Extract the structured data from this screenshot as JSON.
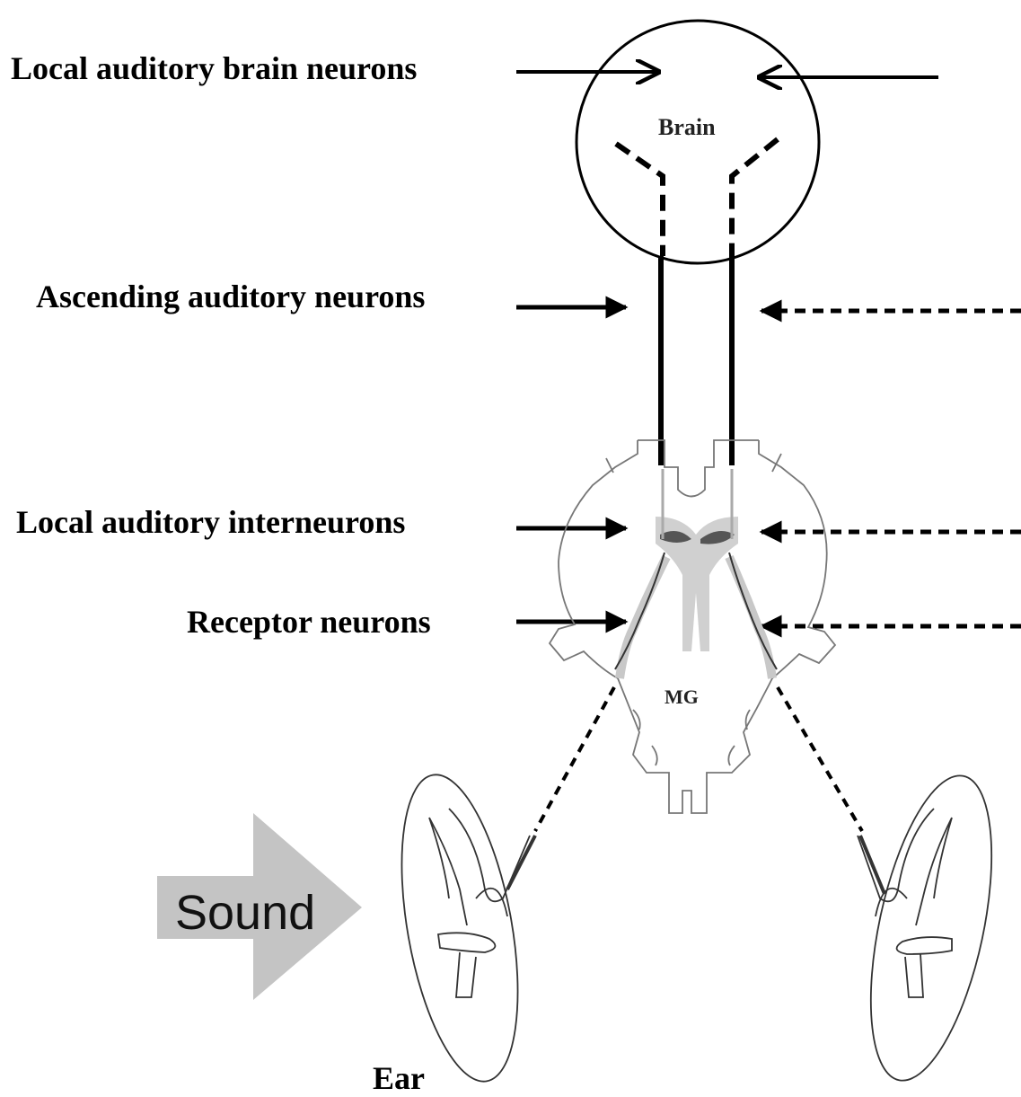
{
  "labels": {
    "local_brain": "Local auditory brain neurons",
    "ascending": "Ascending auditory neurons",
    "interneurons": "Local auditory interneurons",
    "receptor": "Receptor neurons",
    "brain": "Brain",
    "mg": "MG",
    "sound": "Sound",
    "ear": "Ear"
  }
}
